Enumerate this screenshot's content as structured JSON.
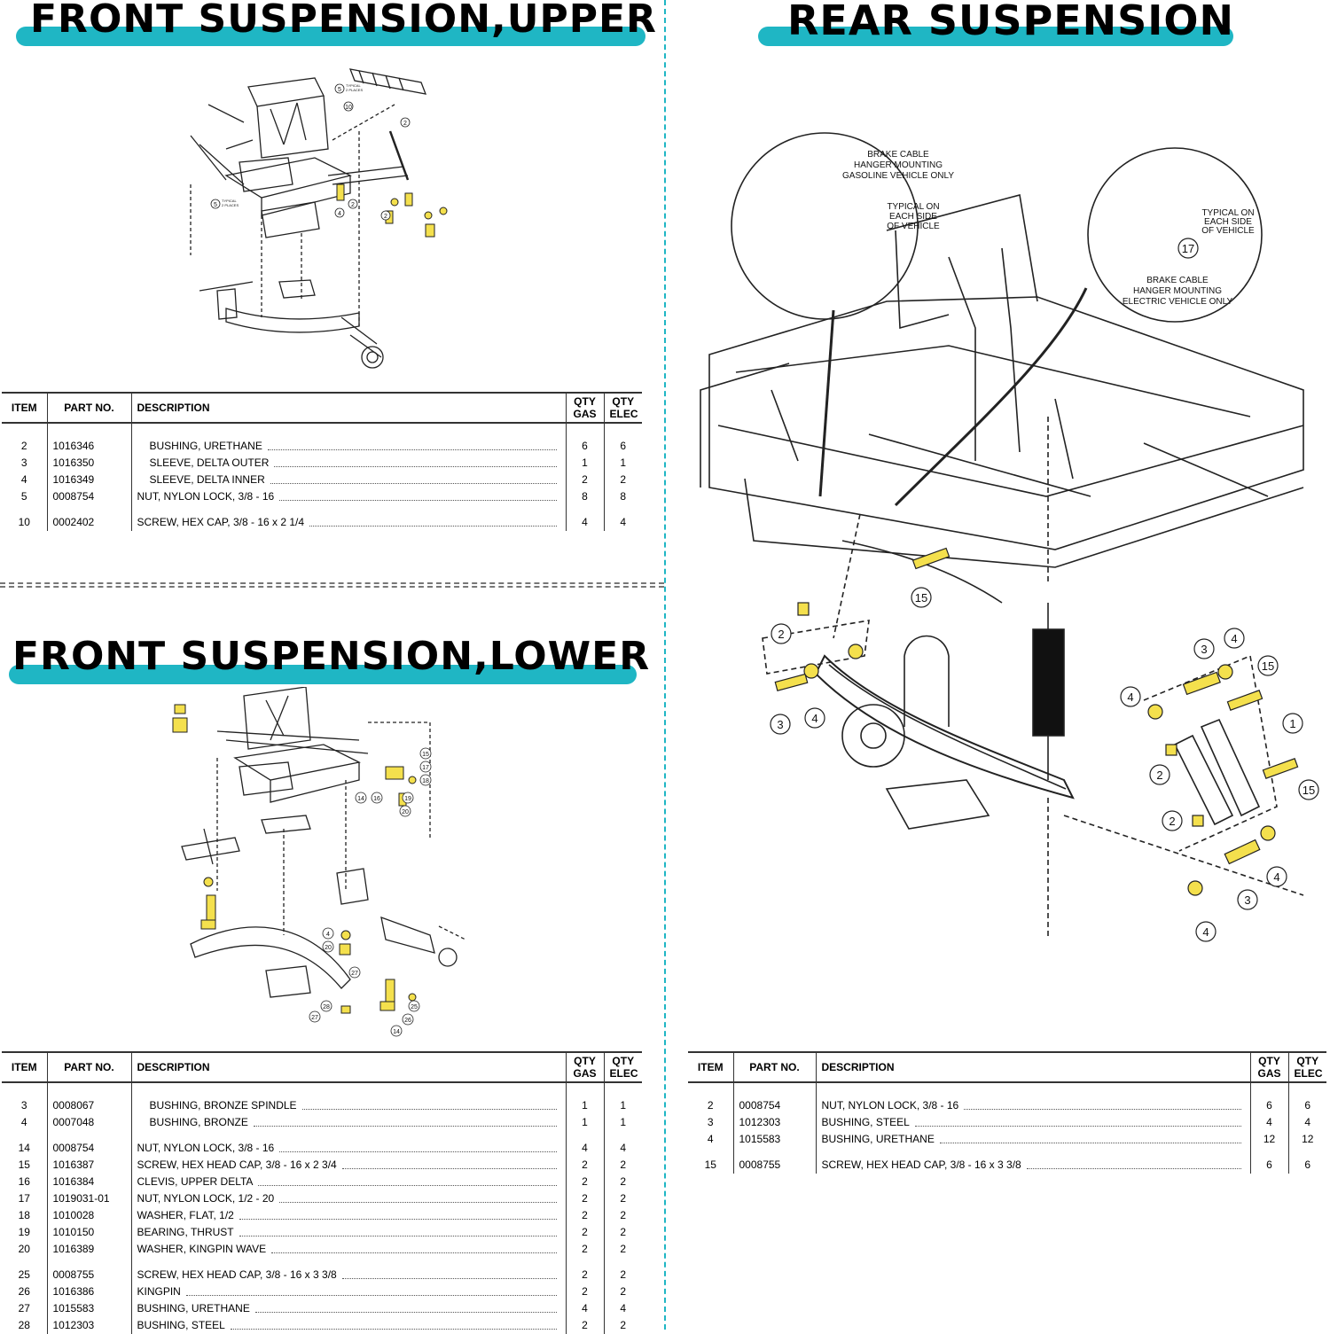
{
  "sections": {
    "front_upper": {
      "title": "FRONT SUSPENSION,UPPER"
    },
    "front_lower": {
      "title": "FRONT SUSPENSION,LOWER"
    },
    "rear": {
      "title": "REAR SUSPENSION"
    }
  },
  "table_headers": {
    "item": "ITEM",
    "part_no": "PART NO.",
    "description": "DESCRIPTION",
    "qty_gas_1": "QTY",
    "qty_gas_2": "GAS",
    "qty_elec_1": "QTY",
    "qty_elec_2": "ELEC"
  },
  "front_upper_parts": [
    {
      "item": "2",
      "part": "1016346",
      "desc": "BUSHING, URETHANE",
      "gas": "6",
      "elec": "6",
      "indent": true
    },
    {
      "item": "3",
      "part": "1016350",
      "desc": "SLEEVE, DELTA OUTER",
      "gas": "1",
      "elec": "1",
      "indent": true
    },
    {
      "item": "4",
      "part": "1016349",
      "desc": "SLEEVE, DELTA INNER",
      "gas": "2",
      "elec": "2",
      "indent": true
    },
    {
      "item": "5",
      "part": "0008754",
      "desc": "NUT, NYLON LOCK, 3/8 - 16",
      "gas": "8",
      "elec": "8"
    },
    {
      "item": "10",
      "part": "0002402",
      "desc": "SCREW, HEX CAP, 3/8 - 16 x 2 1/4",
      "gas": "4",
      "elec": "4"
    }
  ],
  "front_lower_parts": [
    {
      "item": "3",
      "part": "0008067",
      "desc": "BUSHING, BRONZE SPINDLE",
      "gas": "1",
      "elec": "1",
      "indent": true
    },
    {
      "item": "4",
      "part": "0007048",
      "desc": "BUSHING, BRONZE",
      "gas": "1",
      "elec": "1",
      "indent": true
    },
    {
      "item": "14",
      "part": "0008754",
      "desc": "NUT, NYLON LOCK, 3/8 - 16",
      "gas": "4",
      "elec": "4"
    },
    {
      "item": "15",
      "part": "1016387",
      "desc": "SCREW, HEX HEAD CAP, 3/8 - 16 x 2 3/4",
      "gas": "2",
      "elec": "2"
    },
    {
      "item": "16",
      "part": "1016384",
      "desc": "CLEVIS, UPPER DELTA",
      "gas": "2",
      "elec": "2"
    },
    {
      "item": "17",
      "part": "1019031-01",
      "desc": "NUT, NYLON LOCK, 1/2 - 20",
      "gas": "2",
      "elec": "2"
    },
    {
      "item": "18",
      "part": "1010028",
      "desc": "WASHER, FLAT, 1/2",
      "gas": "2",
      "elec": "2"
    },
    {
      "item": "19",
      "part": "1010150",
      "desc": "BEARING, THRUST",
      "gas": "2",
      "elec": "2"
    },
    {
      "item": "20",
      "part": "1016389",
      "desc": "WASHER, KINGPIN WAVE",
      "gas": "2",
      "elec": "2"
    },
    {
      "item": "25",
      "part": "0008755",
      "desc": "SCREW, HEX HEAD CAP, 3/8 - 16 x 3 3/8",
      "gas": "2",
      "elec": "2"
    },
    {
      "item": "26",
      "part": "1016386",
      "desc": "KINGPIN",
      "gas": "2",
      "elec": "2"
    },
    {
      "item": "27",
      "part": "1015583",
      "desc": "BUSHING, URETHANE",
      "gas": "4",
      "elec": "4"
    },
    {
      "item": "28",
      "part": "1012303",
      "desc": "BUSHING, STEEL",
      "gas": "2",
      "elec": "2"
    }
  ],
  "rear_parts": [
    {
      "item": "2",
      "part": "0008754",
      "desc": "NUT, NYLON LOCK, 3/8 - 16",
      "gas": "6",
      "elec": "6"
    },
    {
      "item": "3",
      "part": "1012303",
      "desc": "BUSHING, STEEL",
      "gas": "4",
      "elec": "4"
    },
    {
      "item": "4",
      "part": "1015583",
      "desc": "BUSHING, URETHANE",
      "gas": "12",
      "elec": "12"
    },
    {
      "item": "15",
      "part": "0008755",
      "desc": "SCREW, HEX HEAD CAP, 3/8 - 16 x 3 3/8",
      "gas": "6",
      "elec": "6"
    }
  ],
  "callouts": {
    "brake_gas": [
      "BRAKE CABLE",
      "HANGER MOUNTING",
      "GASOLINE VEHICLE ONLY"
    ],
    "typical_left": [
      "TYPICAL ON",
      "EACH SIDE",
      "OF VEHICLE"
    ],
    "typical_right": [
      "TYPICAL ON",
      "EACH SIDE",
      "OF VEHICLE"
    ],
    "brake_elec": [
      "BRAKE CABLE",
      "HANGER MOUNTING",
      "ELECTRIC VEHICLE ONLY"
    ],
    "typical_places_1": [
      "TYPICAL",
      "2 PLACES"
    ],
    "typical_places_2": [
      "TYPICAL",
      "2 PLACES"
    ]
  },
  "colors": {
    "accent": "#1fb6c4",
    "part_highlight": "#f4e04d",
    "line": "#222222"
  }
}
